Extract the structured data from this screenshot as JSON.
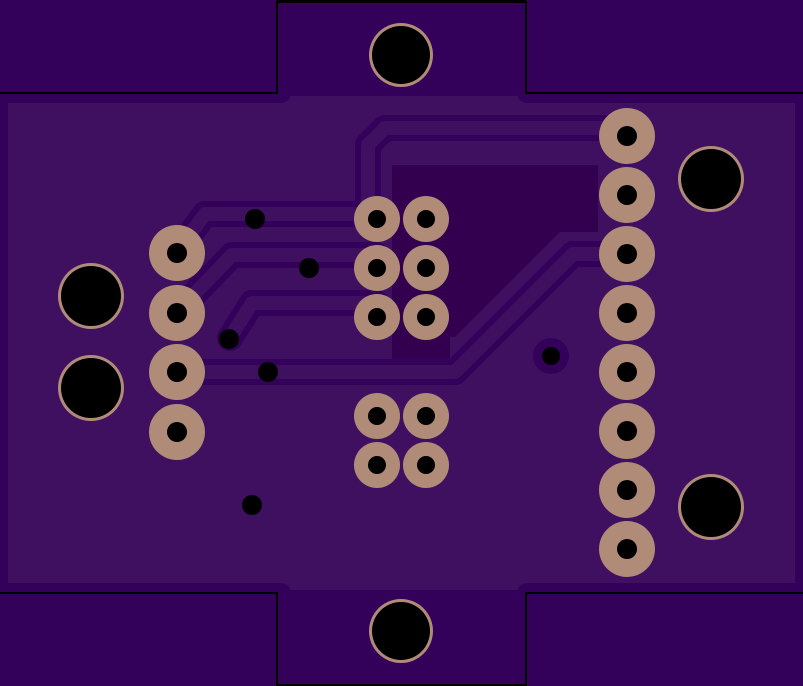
{
  "title": "",
  "colors": {
    "background": "#000000",
    "board_outer": "#33005a",
    "board_fill": "#3f1060",
    "pour_dark": "#330050",
    "trace": "#3f1060",
    "trace_outline": "#33005a",
    "pad": "#b08c78",
    "hole": "#000000",
    "edge": "#000000"
  },
  "components": {
    "left_header_pins": 4,
    "right_header_pins": 8,
    "center_pad_grid": "2x5",
    "mounting_holes": 6,
    "vias": 6
  }
}
